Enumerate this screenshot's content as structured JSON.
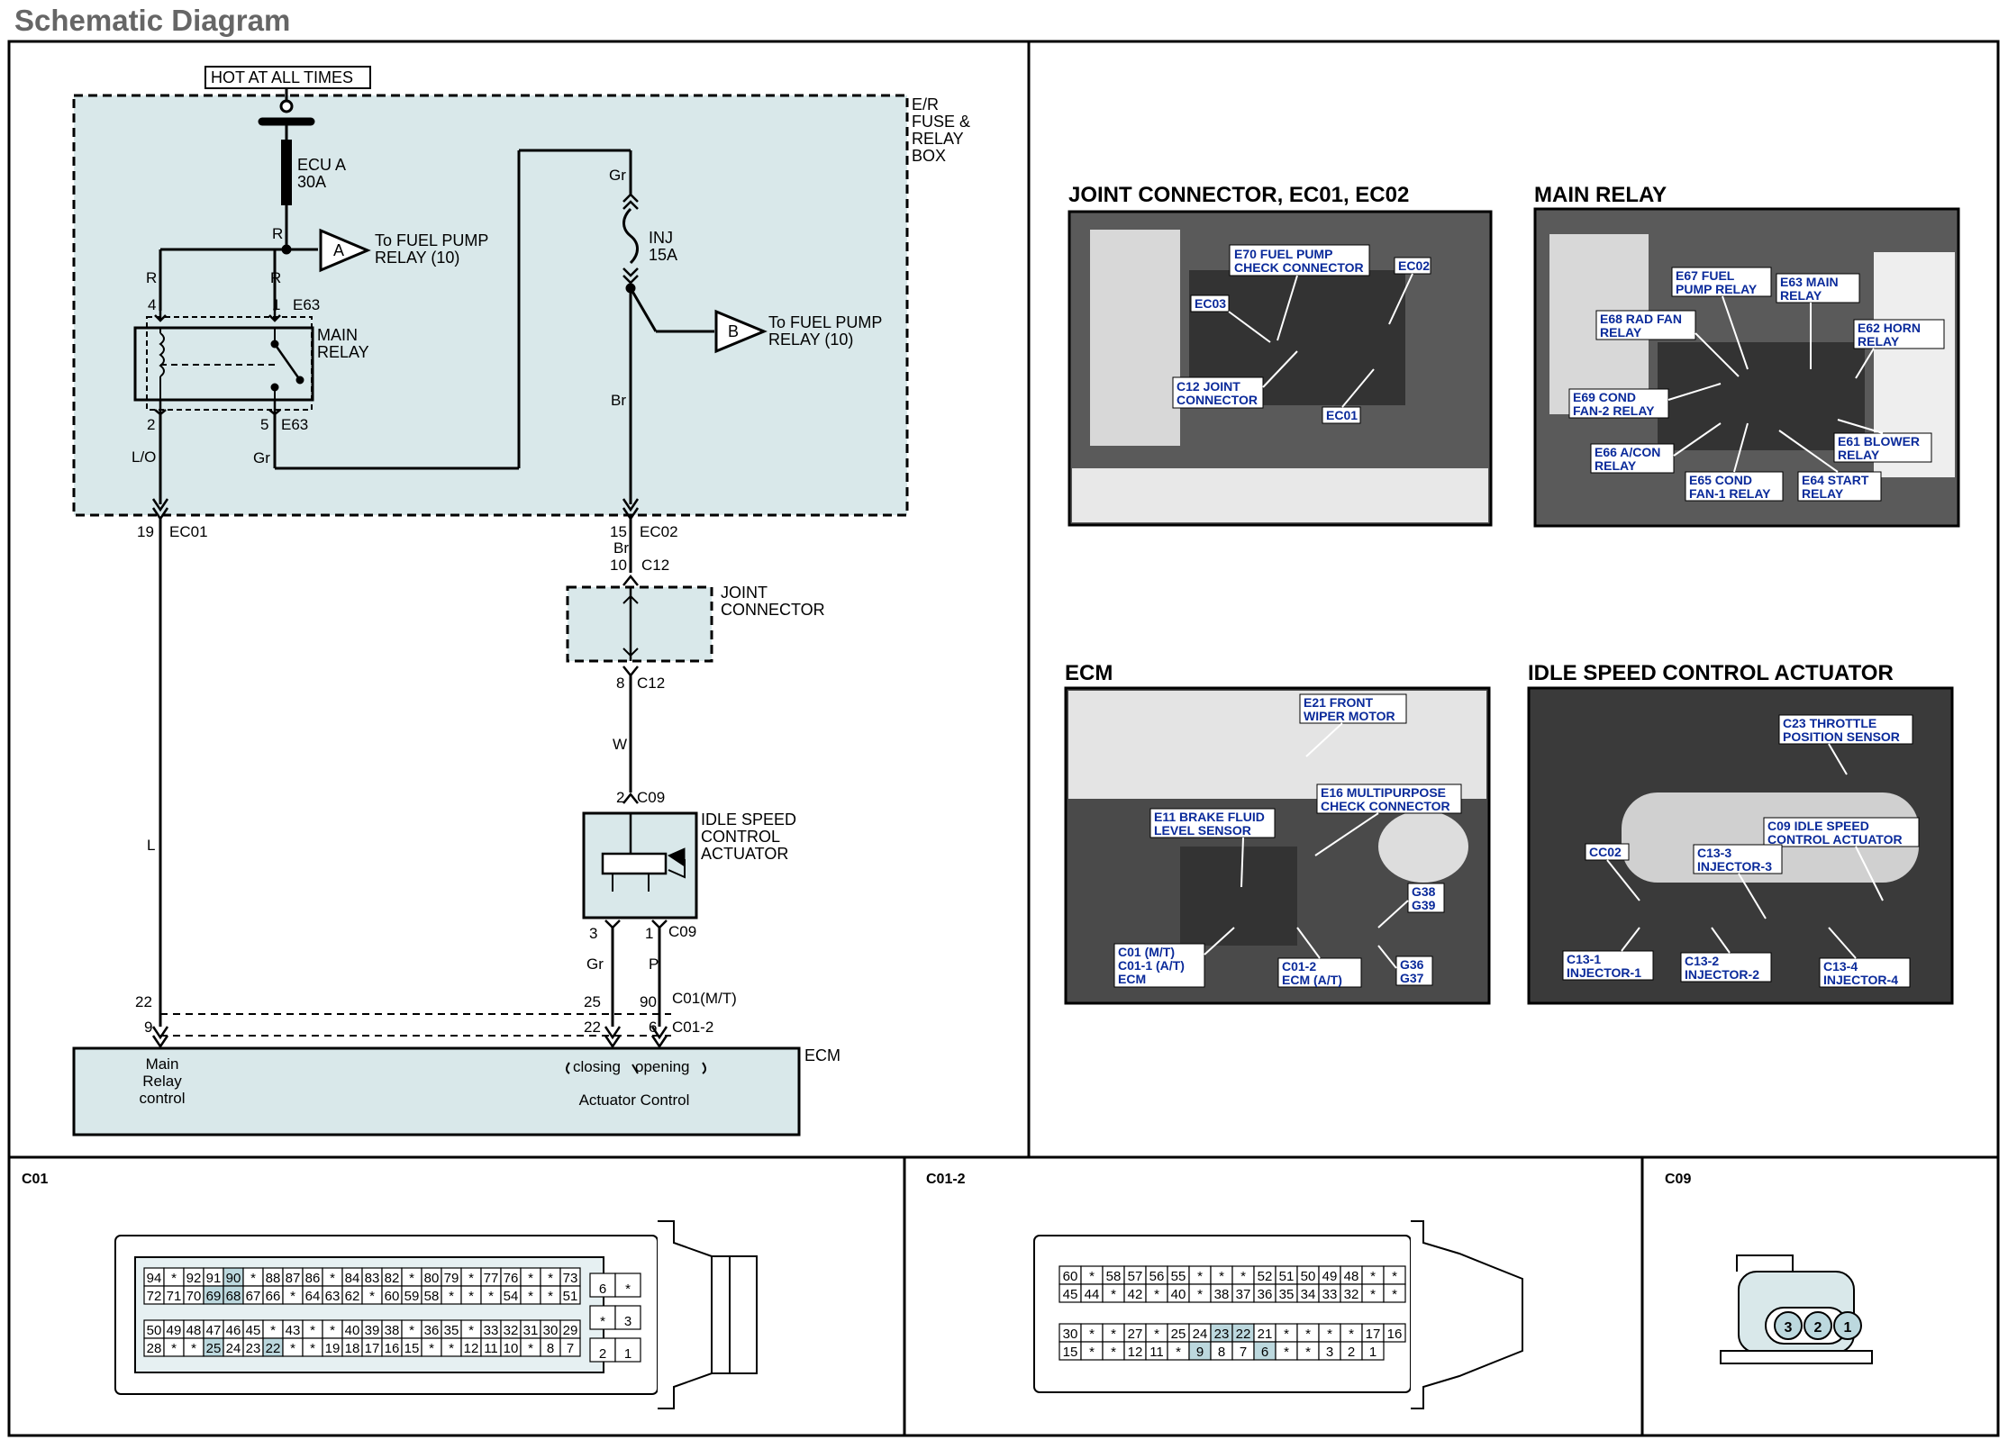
{
  "title": "Schematic Diagram",
  "schematic": {
    "hot_label": "HOT AT ALL TIMES",
    "fuse_box_label": [
      "E/R",
      "FUSE &",
      "RELAY",
      "BOX"
    ],
    "fuse1_name": "ECU A",
    "fuse1_rating": "30A",
    "fuse2_name": "INJ",
    "fuse2_rating": "15A",
    "offpage_a_letter": "A",
    "offpage_a_text": [
      "To FUEL PUMP",
      "RELAY (10)"
    ],
    "offpage_b_letter": "B",
    "offpage_b_text": [
      "To FUEL PUMP",
      "RELAY (10)"
    ],
    "main_relay_label": [
      "MAIN",
      "RELAY"
    ],
    "joint_connector_label": [
      "JOINT",
      "CONNECTOR"
    ],
    "isca_label": [
      "IDLE SPEED",
      "CONTROL",
      "ACTUATOR"
    ],
    "ecm_label": "ECM",
    "ecm_main_relay_text": [
      "Main",
      "Relay",
      "control"
    ],
    "ecm_closing": "closing",
    "ecm_opening": "opening",
    "ecm_actuator_text": "Actuator Control",
    "wire_colors": {
      "r_top": "R",
      "r_left": "R",
      "r_right": "R",
      "gr_top": "Gr",
      "br": "Br",
      "lo": "L/O",
      "gr_relay": "Gr",
      "l": "L",
      "w": "W",
      "gr_bottom": "Gr",
      "p": "P",
      "br_mid": "Br"
    },
    "pins": {
      "relay_4": "4",
      "relay_1": "1",
      "relay_conn_top": "E63",
      "relay_2": "2",
      "relay_5": "5",
      "relay_conn_bot": "E63",
      "ec01_pin": "19",
      "ec01": "EC01",
      "ec02_pin": "15",
      "ec02": "EC02",
      "c12_top_pin": "10",
      "c12_top": "C12",
      "c12_bot_pin": "8",
      "c12_bot": "C12",
      "c09_top_pin": "2",
      "c09_top": "C09",
      "c09_pin3": "3",
      "c09_pin1": "1",
      "c09_bot": "C09",
      "ecm_22": "22",
      "ecm_9": "9",
      "ecm_25": "25",
      "ecm_90": "90",
      "ecm_22b": "22",
      "ecm_6": "6",
      "c01_mt": "C01(M/T)",
      "c01_2": "C01-2"
    }
  },
  "photos": [
    {
      "title": "JOINT CONNECTOR, EC01, EC02",
      "callouts": [
        "E70 FUEL PUMP",
        "CHECK CONNECTOR",
        "EC02",
        "EC03",
        "C12 JOINT",
        "CONNECTOR",
        "EC01"
      ]
    },
    {
      "title": "MAIN RELAY",
      "callouts": [
        "E67 FUEL",
        "PUMP RELAY",
        "E63 MAIN",
        "RELAY",
        "E68 RAD FAN",
        "RELAY",
        "E62 HORN",
        "RELAY",
        "E69 COND",
        "FAN-2 RELAY",
        "E61 BLOWER",
        "RELAY",
        "E66 A/CON",
        "RELAY",
        "E65 COND",
        "FAN-1 RELAY",
        "E64 START",
        "RELAY"
      ]
    },
    {
      "title": "ECM",
      "callouts": [
        "E21 FRONT",
        "WIPER MOTOR",
        "E16 MULTIPURPOSE",
        "CHECK CONNECTOR",
        "E11 BRAKE FLUID",
        "LEVEL SENSOR",
        "G38",
        "G39",
        "C01 (M/T)",
        "C01-1 (A/T)",
        "ECM",
        "C01-2",
        "ECM (A/T)",
        "G36",
        "G37"
      ]
    },
    {
      "title": "IDLE SPEED CONTROL ACTUATOR",
      "callouts": [
        "C23 THROTTLE",
        "POSITION SENSOR",
        "C09 IDLE SPEED",
        "CONTROL ACTUATOR",
        "CC02",
        "C13-3",
        "INJECTOR-3",
        "C13-1",
        "INJECTOR-1",
        "C13-2",
        "INJECTOR-2",
        "C13-4",
        "INJECTOR-4"
      ]
    }
  ],
  "connectors": {
    "c01": {
      "label": "C01",
      "rows": [
        [
          "94",
          "*",
          "92",
          "91",
          "90",
          "*",
          "88",
          "87",
          "86",
          "*",
          "84",
          "83",
          "82",
          "*",
          "80",
          "79",
          "*",
          "77",
          "76",
          "*",
          "*",
          "73"
        ],
        [
          "72",
          "71",
          "70",
          "69",
          "68",
          "67",
          "66",
          "*",
          "64",
          "63",
          "62",
          "*",
          "60",
          "59",
          "58",
          "*",
          "*",
          "*",
          "54",
          "*",
          "*",
          "51"
        ],
        [
          "50",
          "49",
          "48",
          "47",
          "46",
          "45",
          "*",
          "43",
          "*",
          "*",
          "40",
          "39",
          "38",
          "*",
          "36",
          "35",
          "*",
          "33",
          "32",
          "31",
          "30",
          "29"
        ],
        [
          "28",
          "*",
          "*",
          "25",
          "24",
          "23",
          "22",
          "*",
          "*",
          "19",
          "18",
          "17",
          "16",
          "15",
          "*",
          "*",
          "12",
          "11",
          "10",
          "*",
          "8",
          "7"
        ]
      ],
      "side": [
        [
          "6",
          "*"
        ],
        [
          "*",
          "3"
        ],
        [
          "2",
          "1"
        ]
      ]
    },
    "c01_2": {
      "label": "C01-2",
      "rows": [
        [
          "60",
          "*",
          "58",
          "57",
          "56",
          "55",
          "*",
          "*",
          "*",
          "52",
          "51",
          "50",
          "49",
          "48",
          "*",
          "*"
        ],
        [
          "45",
          "44",
          "*",
          "42",
          "*",
          "40",
          "*",
          "38",
          "37",
          "36",
          "35",
          "34",
          "33",
          "32",
          "*",
          "*"
        ],
        [
          "30",
          "*",
          "*",
          "27",
          "*",
          "25",
          "24",
          "23",
          "22",
          "21",
          "*",
          "*",
          "*",
          "*",
          "17",
          "16"
        ],
        [
          "15",
          "*",
          "*",
          "12",
          "11",
          "*",
          "9",
          "8",
          "7",
          "6",
          "*",
          "*",
          "3",
          "2",
          "1",
          ""
        ]
      ]
    },
    "c09": {
      "label": "C09",
      "pins": [
        "3",
        "2",
        "1"
      ]
    }
  }
}
